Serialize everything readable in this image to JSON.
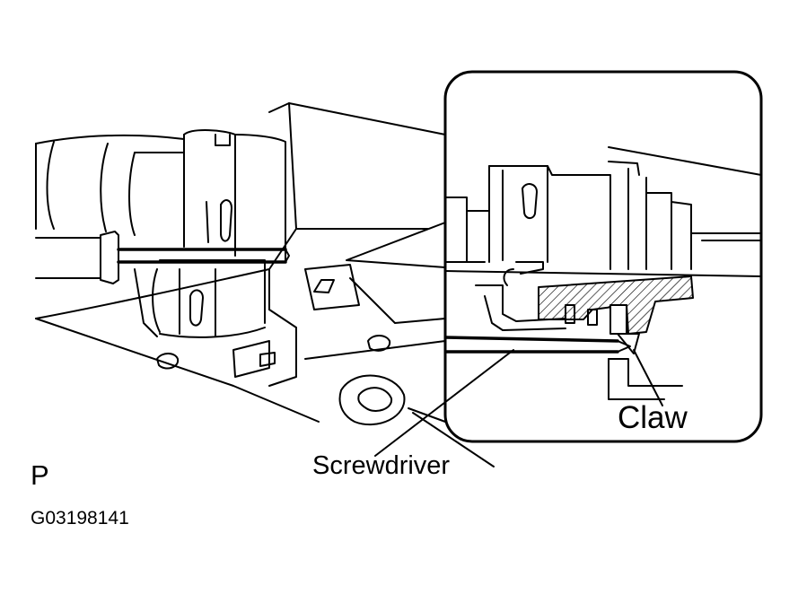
{
  "labels": {
    "claw": "Claw",
    "screwdriver": "Screwdriver",
    "view_marker": "P",
    "figure_code": "G03198141"
  }
}
